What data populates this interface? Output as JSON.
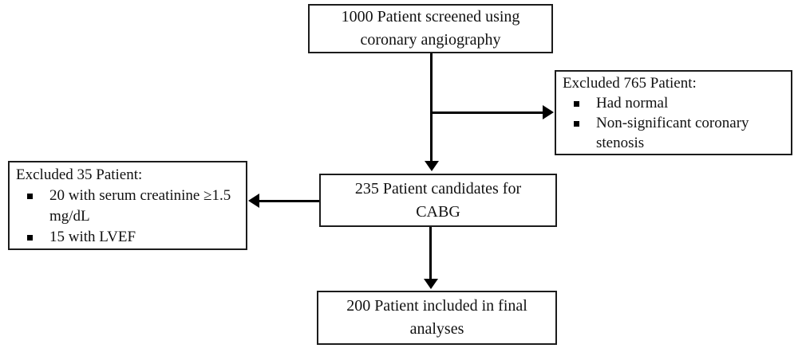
{
  "flowchart": {
    "nodes": {
      "screened": {
        "text": "1000 Patient screened using coronary angiography"
      },
      "excluded_765": {
        "header": "Excluded 765 Patient:",
        "bullets": [
          "Had normal",
          "Non-significant coronary stenosis"
        ]
      },
      "candidates": {
        "text": "235 Patient candidates for CABG"
      },
      "excluded_35": {
        "header": "Excluded 35 Patient:",
        "bullets": [
          "20 with serum creatinine ≥1.5 mg/dL",
          "15 with LVEF"
        ]
      },
      "final": {
        "text": "200 Patient included in final analyses"
      }
    },
    "style": {
      "line_color": "#000000",
      "box_border_color": "#1c1c1c",
      "background": "#ffffff",
      "text_color": "#111111"
    }
  }
}
